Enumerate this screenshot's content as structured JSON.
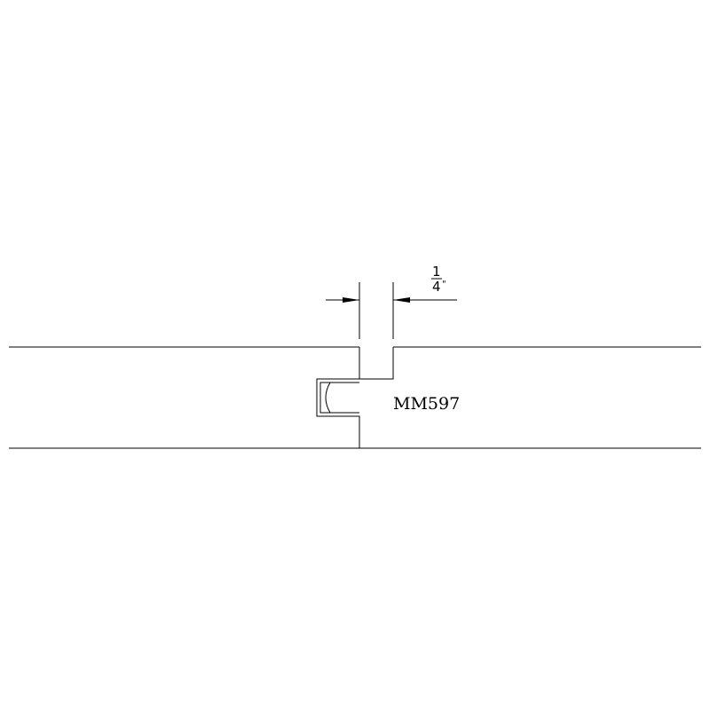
{
  "diagram": {
    "dimension": {
      "numerator": "1",
      "denominator": "4",
      "unit_mark": "\""
    },
    "profile_label": "MM597"
  }
}
